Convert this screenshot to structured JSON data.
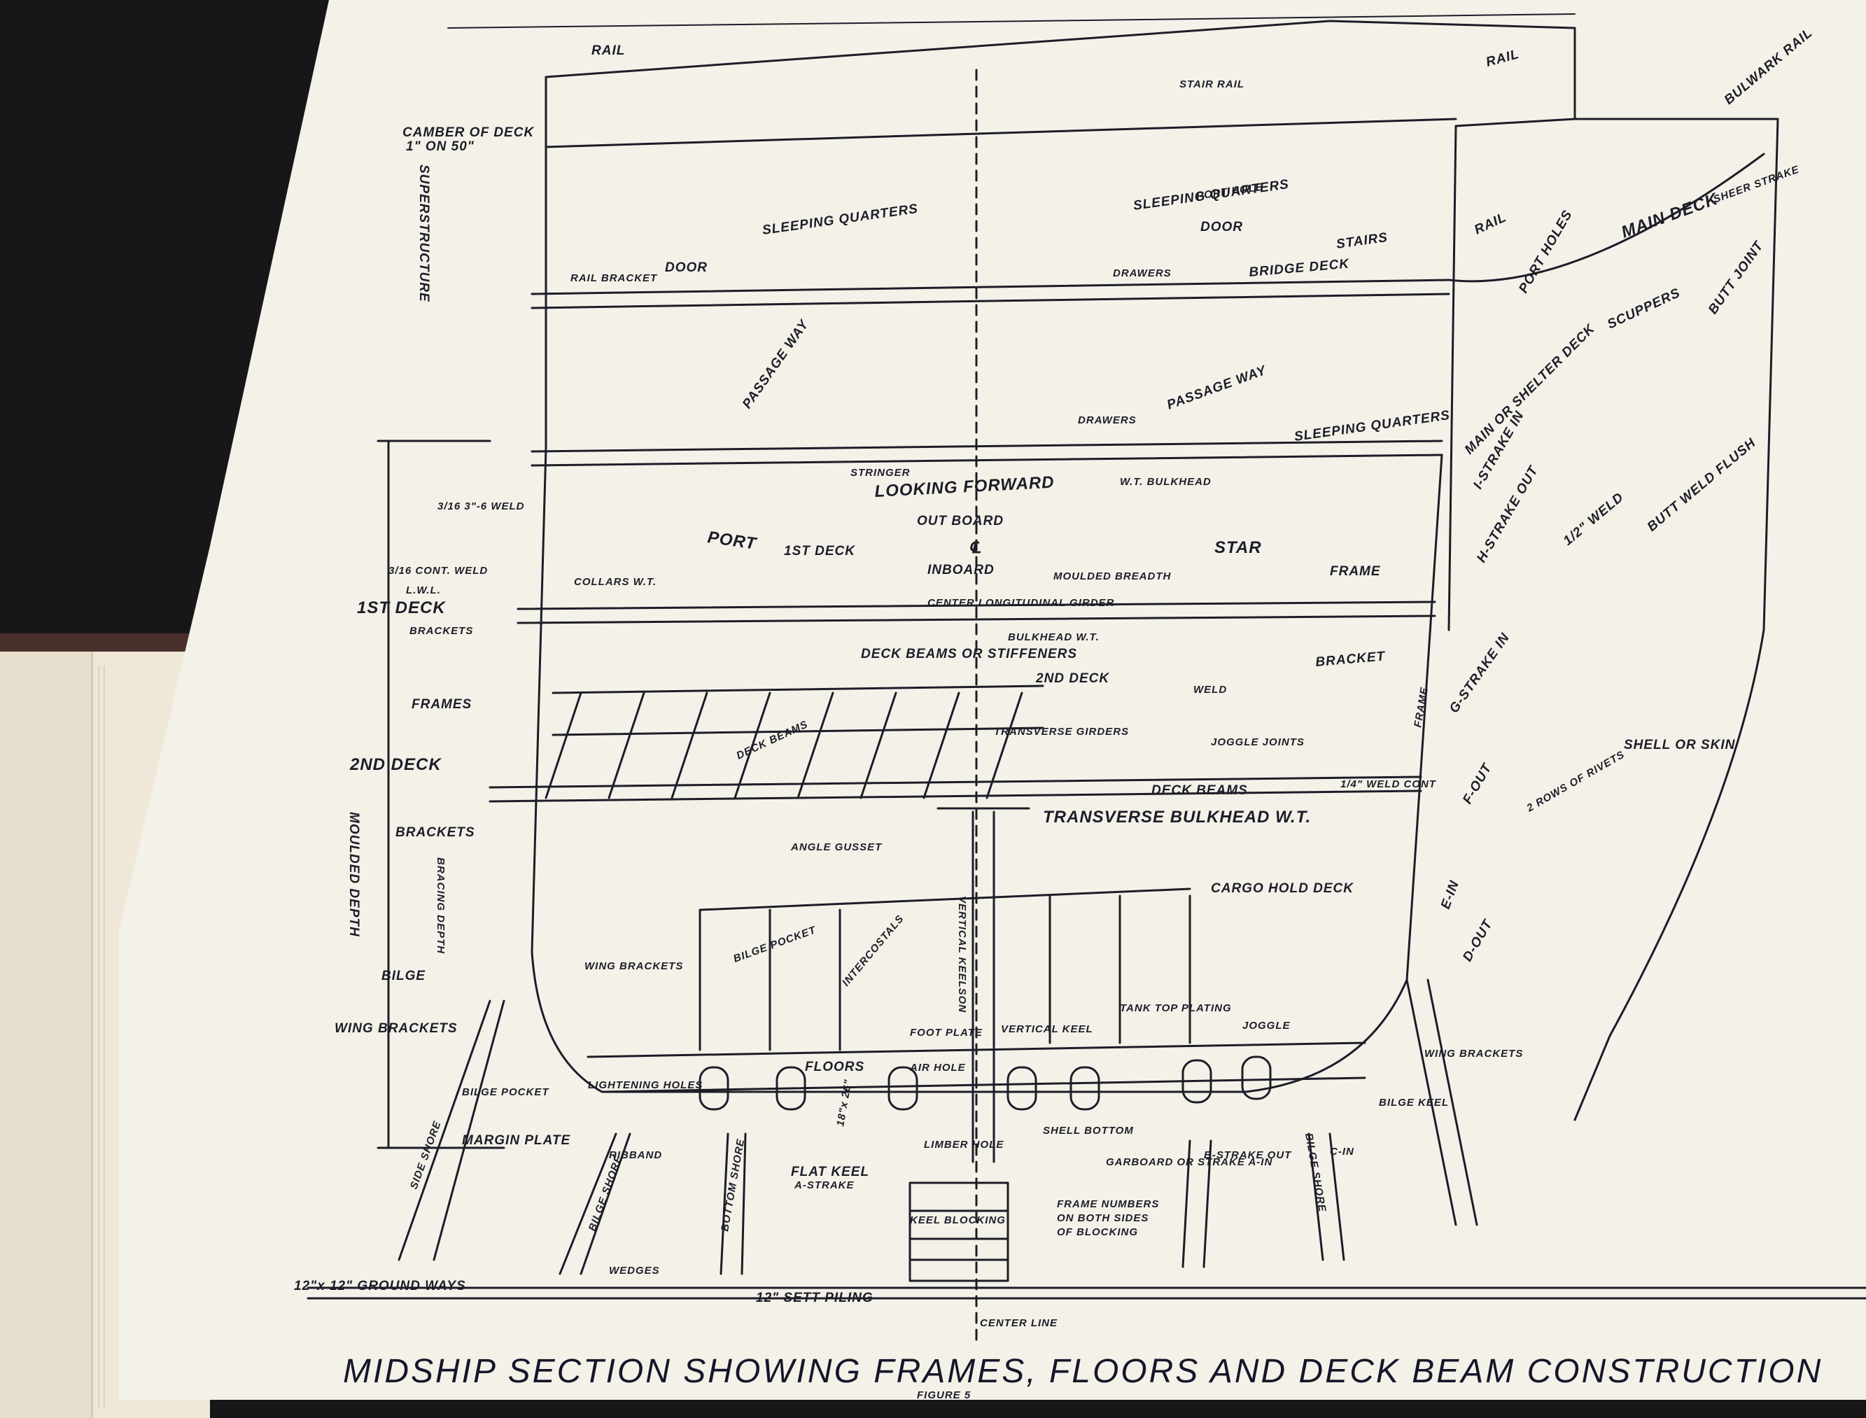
{
  "figure": {
    "caption": "MIDSHIP SECTION SHOWING FRAMES, FLOORS AND DECK BEAM CONSTRUCTION",
    "caption_sub": "FIGURE 5"
  },
  "labels": {
    "rail_top": "RAIL",
    "camber": "CAMBER OF DECK",
    "camber_value": "1\" ON 50\"",
    "superstructure": "SUPERSTRUCTURE",
    "rail_bracket": "RAIL BRACKET",
    "door_left": "DOOR",
    "sleeping_quarters_top_left": "SLEEPING QUARTERS",
    "stair_rail": "STAIR RAIL",
    "rail_right": "RAIL",
    "sleeping_quarters_top_right": "SLEEPING QUARTERS",
    "port_hole": "PORT HOLE",
    "door_right": "DOOR",
    "drawers_top": "DRAWERS",
    "stairs": "STAIRS",
    "bridge_deck": "BRIDGE DECK",
    "bulwark_rail": "BULWARK RAIL",
    "main_deck": "MAIN DECK",
    "sheer_strake": "SHEER STRAKE",
    "rail_side": "RAIL",
    "port_holes": "PORT HOLES",
    "scuppers": "SCUPPERS",
    "butt_joint": "BUTT JOINT",
    "passage_way_left": "PASSAGE WAY",
    "passage_way_right": "PASSAGE WAY",
    "drawers_mid": "DRAWERS",
    "sleeping_quarters_mid": "SLEEPING QUARTERS",
    "main_shelter_deck": "MAIN OR SHELTER DECK",
    "i_strake_in": "I-STRAKE IN",
    "h_strake_out": "H-STRAKE OUT",
    "butt_weld_flush": "BUTT WELD FLUSH",
    "weld_half": "1/2\" WELD",
    "stringer": "STRINGER",
    "looking_forward": "LOOKING FORWARD",
    "wt_bulkhead": "W.T. BULKHEAD",
    "weld_spec": "3/16 3\"-6 WELD",
    "out_board": "OUT BOARD",
    "port": "PORT",
    "first_deck_center": "1ST DECK",
    "centerline_symbol": "℄",
    "star": "STAR",
    "cont_weld": "3/16 CONT. WELD",
    "lwl": "L.W.L.",
    "collars_wt": "COLLARS W.T.",
    "inboard": "INBOARD",
    "moulded_breadth": "MOULDED BREADTH",
    "frame": "FRAME",
    "first_deck": "1ST DECK",
    "brackets_upper": "BRACKETS",
    "center_longitudinal_girder": "CENTER LONGITUDINAL GIRDER",
    "bulkhead_wt": "BULKHEAD W.T.",
    "deck_beams_or_stiffeners": "DECK BEAMS OR STIFFENERS",
    "bracket_right": "BRACKET",
    "frames": "FRAMES",
    "deck_beams_diag": "DECK BEAMS",
    "second_deck_center": "2ND DECK",
    "weld": "WELD",
    "g_strake_in": "G-STRAKE IN",
    "frame_vertical": "FRAME",
    "transverse_girders": "TRANSVERSE GIRDERS",
    "joggle_joints": "JOGGLE JOINTS",
    "second_deck": "2ND DECK",
    "deck_beams": "DECK BEAMS",
    "cont_weld_small": "1/4\" WELD CONT",
    "f_out": "F-OUT",
    "two_rows_rivets": "2 ROWS OF RIVETS",
    "shell_or_skin": "SHELL OR SKIN",
    "transverse_bulkhead": "TRANSVERSE BULKHEAD W.T.",
    "brackets_lower": "BRACKETS",
    "moulded_depth": "MOULDED DEPTH",
    "bracing_depth": "BRACING DEPTH",
    "angle_gusset": "ANGLE GUSSET",
    "cargo_hold_deck": "CARGO HOLD DECK",
    "e_in": "E-IN",
    "d_out": "D-OUT",
    "bilge_pocket_upper": "BILGE POCKET",
    "intercostals": "INTERCOSTALS",
    "vertical_keelson": "VERTICAL KEELSON",
    "wing_brackets_inner": "WING BRACKETS",
    "bilge": "BILGE",
    "wing_brackets": "WING BRACKETS",
    "tank_top_plating": "TANK TOP PLATING",
    "joggle": "JOGGLE",
    "foot_plate": "FOOT PLATE",
    "vertical_keel": "VERTICAL KEEL",
    "wing_brackets_right": "WING BRACKETS",
    "floors": "FLOORS",
    "air_hole": "AIR HOLE",
    "lightening_holes": "LIGHTENING HOLES",
    "hole_size": "18\"x 26\"",
    "bilge_keel": "BILGE KEEL",
    "bilge_pocket": "BILGE POCKET",
    "side_shore": "SIDE SHORE",
    "margin_plate": "MARGIN PLATE",
    "ribband": "RIBBAND",
    "limber_hole": "LIMBER HOLE",
    "shell_bottom": "SHELL BOTTOM",
    "garboard": "GARBOARD OR STRAKE A-IN",
    "b_strake_out": "B-STRAKE OUT",
    "c_in": "C-IN",
    "flat_keel": "FLAT KEEL",
    "a_strake": "A-STRAKE",
    "bilge_shore": "BILGE SHORE",
    "bottom_shore": "BOTTOM SHORE",
    "keel_blocking": "KEEL BLOCKING",
    "frame_numbers": "FRAME NUMBERS",
    "frame_numbers_2": "ON BOTH SIDES",
    "frame_numbers_3": "OF BLOCKING",
    "bilge_shore_right": "BILGE SHORE",
    "ground_ways": "12\"x 12\"  GROUND WAYS",
    "wedges": "WEDGES",
    "sett_piling": "12\" SETT PILING",
    "center_line": "CENTER LINE"
  },
  "colors": {
    "ink": "#1d1d28",
    "paper": "#f4f1e9",
    "background": "#17171a",
    "cover": "#efe8d8",
    "binding": "#4a302c"
  }
}
